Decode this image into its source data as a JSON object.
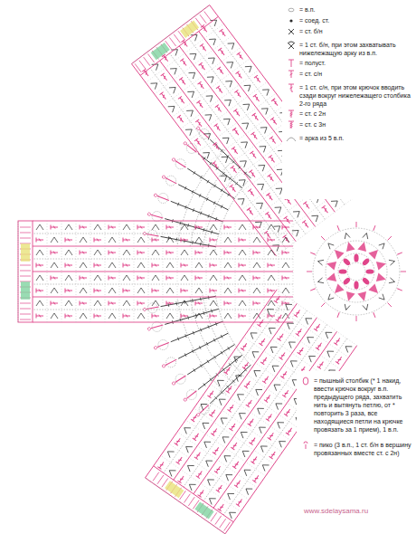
{
  "diagram": {
    "labels": [
      "www.sdelaysama.ru"
    ],
    "legend": [
      {
        "text": "= в.п."
      },
      {
        "text": "= соед. ст."
      },
      {
        "text": "= ст. б/н"
      },
      {
        "text": "= 1 ст. б/н, при этом захватывать нижележащую арку из в.п."
      },
      {
        "text": "= полуст."
      },
      {
        "text": "= ст. с/н"
      },
      {
        "text": "= 1 ст. с/н, при этом крючок вводить сзади вокруг нижележащего столбика 2-го ряда"
      },
      {
        "text": "= ст. с 2н"
      },
      {
        "text": "= ст. с 3н"
      },
      {
        "text": "= арка из 5 в.п."
      },
      {
        "text": "= пышный столбик (* 1 накид, ввести крючок вокруг в.п. предыдущего ряда, захватить нить и вытянуть петлю, от * повторить 3 раза, все находящиеся петли на крючке провязать за 1 прием), 1 в.п."
      },
      {
        "text": "= пико (3 в.п., 1 ст. б/н в вершину провязанных вместе ст. с 2н)"
      }
    ]
  }
}
